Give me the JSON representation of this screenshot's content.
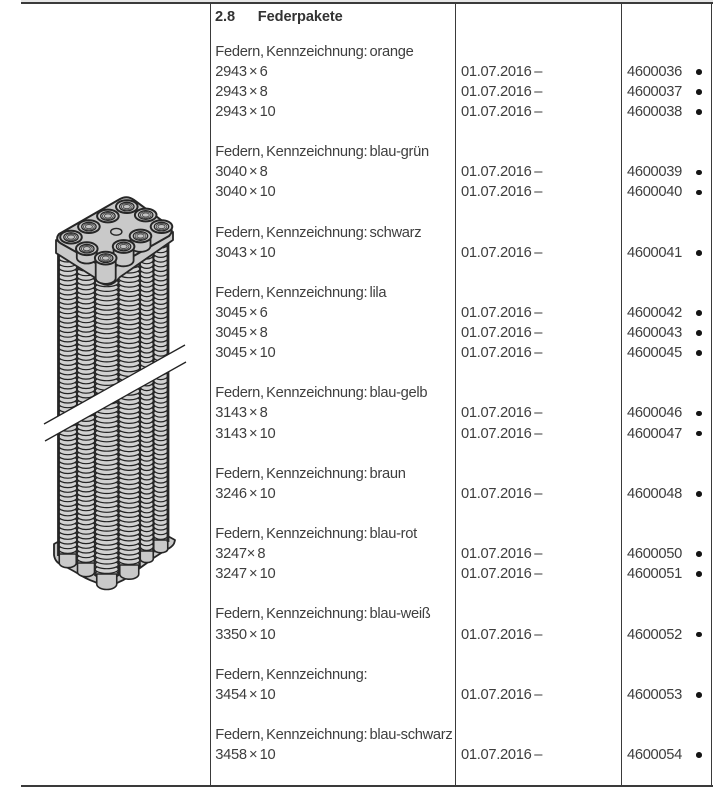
{
  "page": {
    "section_number": "2.8",
    "section_title": "Federpakete",
    "illustration": "spring-package-drawing",
    "groups": [
      {
        "label": "Federn, Kennzeichnung: orange",
        "items": [
          {
            "size": "2943 × 6",
            "date": "01.07.2016 –",
            "article": "4600036",
            "bullet": true
          },
          {
            "size": "2943 × 8",
            "date": "01.07.2016 –",
            "article": "4600037",
            "bullet": true
          },
          {
            "size": "2943 × 10",
            "date": "01.07.2016 –",
            "article": "4600038",
            "bullet": true
          }
        ]
      },
      {
        "label": "Federn, Kennzeichnung: blau-grün",
        "items": [
          {
            "size": "3040 × 8",
            "date": "01.07.2016 –",
            "article": "4600039",
            "bullet": true
          },
          {
            "size": "3040 × 10",
            "date": "01.07.2016 –",
            "article": "4600040",
            "bullet": true
          }
        ]
      },
      {
        "label": "Federn, Kennzeichnung: schwarz",
        "items": [
          {
            "size": "3043 × 10",
            "date": "01.07.2016 –",
            "article": "4600041",
            "bullet": true
          }
        ]
      },
      {
        "label": "Federn, Kennzeichnung: lila",
        "items": [
          {
            "size": "3045 × 6",
            "date": "01.07.2016 –",
            "article": "4600042",
            "bullet": true
          },
          {
            "size": "3045 × 8",
            "date": "01.07.2016 –",
            "article": "4600043",
            "bullet": true
          },
          {
            "size": "3045 × 10",
            "date": "01.07.2016 –",
            "article": "4600045",
            "bullet": true
          }
        ]
      },
      {
        "label": "Federn, Kennzeichnung: blau-gelb",
        "items": [
          {
            "size": "3143 × 8",
            "date": "01.07.2016 –",
            "article": "4600046",
            "bullet": true
          },
          {
            "size": "3143 × 10",
            "date": "01.07.2016 –",
            "article": "4600047",
            "bullet": true
          }
        ]
      },
      {
        "label": "Federn, Kennzeichnung: braun",
        "items": [
          {
            "size": "3246 × 10",
            "date": "01.07.2016 –",
            "article": "4600048",
            "bullet": true
          }
        ]
      },
      {
        "label": "Federn, Kennzeichnung: blau-rot",
        "items": [
          {
            "size": "3247× 8",
            "date": "01.07.2016 –",
            "article": "4600050",
            "bullet": true
          },
          {
            "size": "3247 × 10",
            "date": "01.07.2016 –",
            "article": "4600051",
            "bullet": true
          }
        ]
      },
      {
        "label": "Federn, Kennzeichnung: blau-weiß",
        "items": [
          {
            "size": "3350 × 10",
            "date": "01.07.2016 –",
            "article": "4600052",
            "bullet": true
          }
        ]
      },
      {
        "label": "Federn, Kennzeichnung:",
        "items": [
          {
            "size": "3454 × 10",
            "date": "01.07.2016 –",
            "article": "4600053",
            "bullet": true
          }
        ]
      },
      {
        "label": "Federn, Kennzeichnung: blau-schwarz",
        "items": [
          {
            "size": "3458 × 10",
            "date": "01.07.2016 –",
            "article": "4600054",
            "bullet": true
          }
        ]
      }
    ]
  }
}
